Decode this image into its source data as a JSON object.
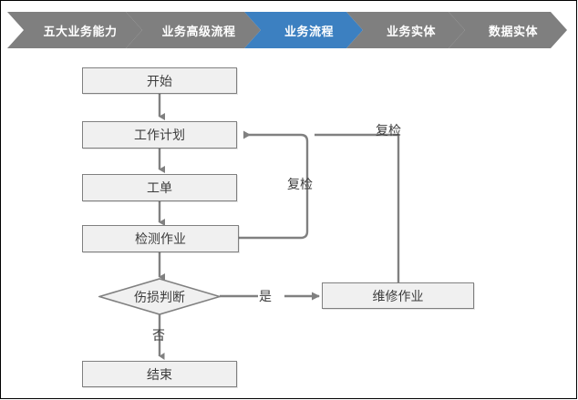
{
  "breadcrumb": {
    "items": [
      {
        "label": "五大业务能力",
        "state": "inactive"
      },
      {
        "label": "业务高级流程",
        "state": "inactive"
      },
      {
        "label": "业务流程",
        "state": "active"
      },
      {
        "label": "业务实体",
        "state": "inactive"
      },
      {
        "label": "数据实体",
        "state": "inactive"
      }
    ],
    "active_color": "#3c80c1",
    "inactive_color": "#7f7f7f",
    "text_color": "#ffffff"
  },
  "flowchart": {
    "node_fill": "#f0f0f0",
    "node_border": "#808080",
    "connector_color": "#808080",
    "text_color": "#3d3d3d",
    "nodes": [
      {
        "id": "start",
        "label": "开始",
        "shape": "process"
      },
      {
        "id": "plan",
        "label": "工作计划",
        "shape": "process"
      },
      {
        "id": "order",
        "label": "工单",
        "shape": "process"
      },
      {
        "id": "inspect",
        "label": "检测作业",
        "shape": "process"
      },
      {
        "id": "decision",
        "label": "伤损判断",
        "shape": "decision"
      },
      {
        "id": "repair",
        "label": "维修作业",
        "shape": "process"
      },
      {
        "id": "end",
        "label": "结束",
        "shape": "process"
      }
    ],
    "edge_labels": {
      "yes": "是",
      "no": "否",
      "recheck_inner": "复检",
      "recheck_outer": "复检"
    }
  }
}
